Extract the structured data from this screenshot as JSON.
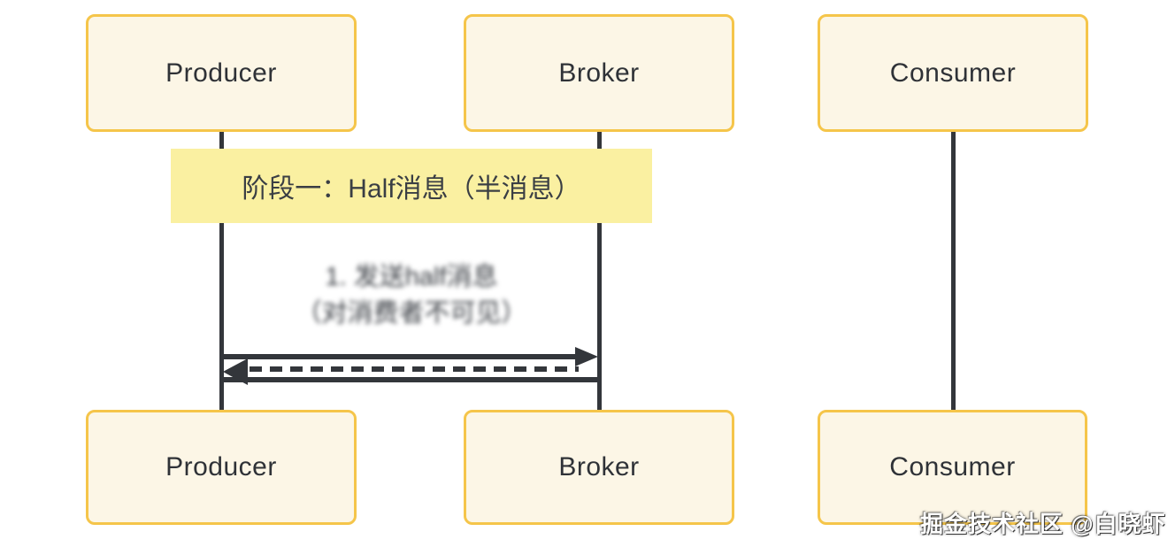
{
  "diagram": {
    "title_label": "阶段一：Half消息（半消息）",
    "colors": {
      "box_fill": "#FCF6E6",
      "box_border": "#F5C54A",
      "label_background": "#FAF0A1",
      "line": "#33363B",
      "box_text": "#2F3237",
      "watermark_text": "#FFFFFF",
      "page_background": "#FFFFFF"
    },
    "top_row": [
      {
        "id": "producer",
        "label": "Producer"
      },
      {
        "id": "broker",
        "label": "Broker"
      },
      {
        "id": "consumer",
        "label": "Consumer"
      }
    ],
    "bottom_row": [
      {
        "id": "producer",
        "label": "Producer"
      },
      {
        "id": "broker",
        "label": "Broker"
      },
      {
        "id": "consumer",
        "label": "Consumer"
      }
    ],
    "annotation": {
      "line1": "1. 发送half消息",
      "line2": "（对消费者不可见）",
      "blurred": true
    },
    "messages": [
      {
        "from": "producer",
        "to": "broker",
        "style": "solid",
        "arrowhead": "right"
      },
      {
        "from": "broker",
        "to": "producer",
        "style": "dashed",
        "arrowhead": "left"
      }
    ],
    "watermark": "掘金技术社区 @白晓虾"
  }
}
